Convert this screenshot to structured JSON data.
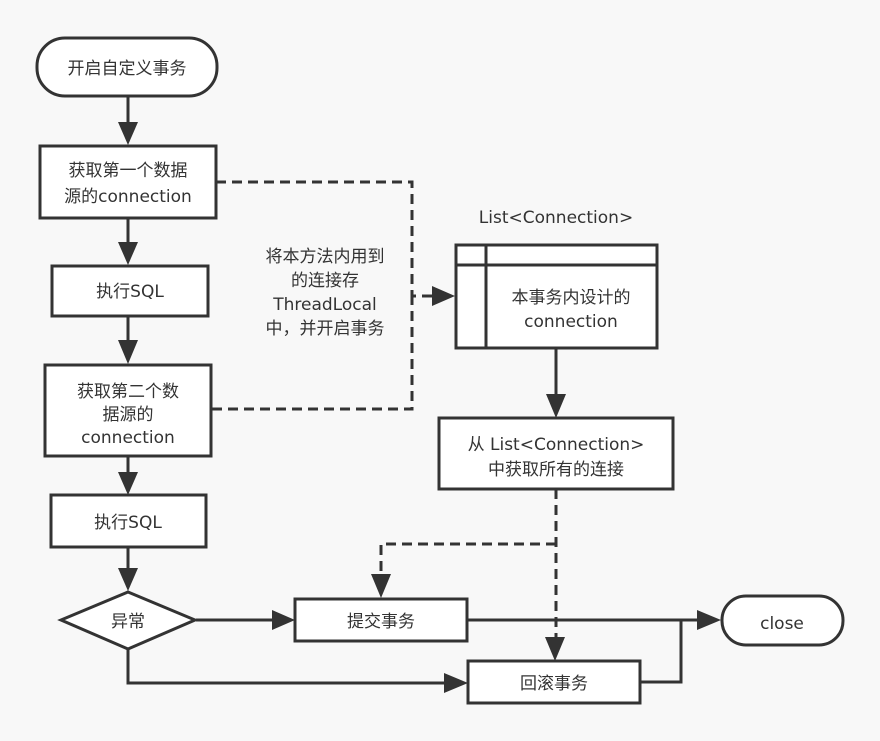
{
  "colors": {
    "background": "#f8f8f8",
    "stroke": "#333333",
    "node_fill": "#ffffff",
    "text": "#333333"
  },
  "nodes": {
    "start": {
      "shape": "terminator",
      "lines": [
        "开启自定义事务"
      ]
    },
    "get_conn1": {
      "shape": "process",
      "lines": [
        "获取第一个数据",
        "源的connection"
      ]
    },
    "exec_sql1": {
      "shape": "process",
      "lines": [
        "执行SQL"
      ]
    },
    "get_conn2": {
      "shape": "process",
      "lines": [
        "获取第二个数",
        "据源的",
        "connection"
      ]
    },
    "exec_sql2": {
      "shape": "process",
      "lines": [
        "执行SQL"
      ]
    },
    "exception": {
      "shape": "decision",
      "lines": [
        "异常"
      ]
    },
    "commit": {
      "shape": "process",
      "lines": [
        "提交事务"
      ]
    },
    "rollback": {
      "shape": "process",
      "lines": [
        "回滚事务"
      ]
    },
    "close": {
      "shape": "terminator",
      "lines": [
        "close"
      ]
    },
    "conn_list": {
      "shape": "internal-storage",
      "title": "List<Connection>",
      "lines": [
        "本事务内设计的",
        "connection"
      ]
    },
    "fetch_all": {
      "shape": "process",
      "lines": [
        "从 List<Connection>",
        "中获取所有的连接"
      ]
    }
  },
  "annotation": {
    "lines": [
      "将本方法内用到",
      "的连接存",
      "ThreadLocal",
      "中，并开启事务"
    ]
  },
  "edges": [
    {
      "from": "start",
      "to": "get_conn1",
      "style": "solid"
    },
    {
      "from": "get_conn1",
      "to": "exec_sql1",
      "style": "solid"
    },
    {
      "from": "exec_sql1",
      "to": "get_conn2",
      "style": "solid"
    },
    {
      "from": "get_conn2",
      "to": "exec_sql2",
      "style": "solid"
    },
    {
      "from": "exec_sql2",
      "to": "exception",
      "style": "solid"
    },
    {
      "from": "exception",
      "to": "commit",
      "style": "solid"
    },
    {
      "from": "exception",
      "to": "rollback",
      "style": "solid"
    },
    {
      "from": "commit",
      "to": "close",
      "style": "solid"
    },
    {
      "from": "rollback",
      "to": "close",
      "style": "solid"
    },
    {
      "from": "get_conn1",
      "to": "conn_list",
      "style": "dashed"
    },
    {
      "from": "get_conn2",
      "to": "conn_list",
      "style": "dashed"
    },
    {
      "from": "conn_list",
      "to": "fetch_all",
      "style": "solid"
    },
    {
      "from": "fetch_all",
      "to": "commit",
      "style": "dashed"
    },
    {
      "from": "fetch_all",
      "to": "rollback",
      "style": "dashed"
    }
  ]
}
